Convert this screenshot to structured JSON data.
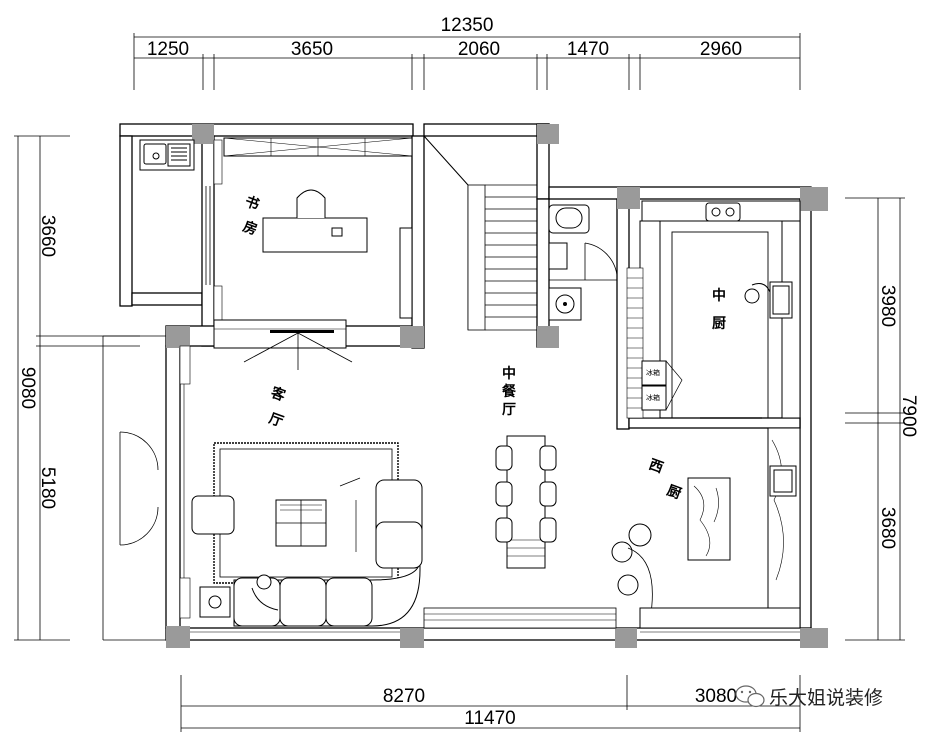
{
  "dimensions": {
    "top_total": "12350",
    "top_segments": [
      "1250",
      "3650",
      "2060",
      "1470",
      "2960"
    ],
    "left_total": "9080",
    "left_segments": [
      "3660",
      "5180"
    ],
    "right_total": "7900",
    "right_segments": [
      "3980",
      "3680"
    ],
    "bottom_segments": [
      "8270",
      "3080"
    ],
    "bottom_total": "11470"
  },
  "rooms": {
    "study": [
      "书",
      "房"
    ],
    "living": [
      "客",
      "厅"
    ],
    "dining": [
      "中",
      "餐",
      "厅"
    ],
    "chinese_kitchen": [
      "中",
      "厨"
    ],
    "western_kitchen": [
      "西",
      "厨"
    ]
  },
  "appliances": {
    "fridge_left": "冰箱",
    "fridge_right": "冰箱"
  },
  "watermark": {
    "text": "乐大姐说装修",
    "icon": "wechat-icon"
  }
}
